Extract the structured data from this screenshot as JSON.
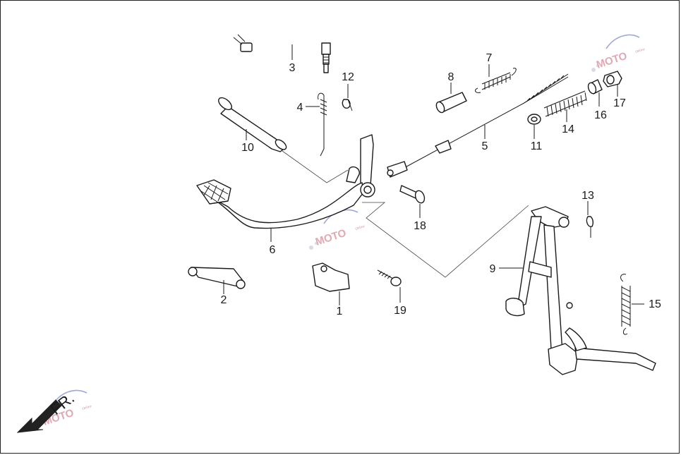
{
  "diagram": {
    "callouts": [
      {
        "id": "1",
        "label": "1"
      },
      {
        "id": "2",
        "label": "2"
      },
      {
        "id": "3",
        "label": "3"
      },
      {
        "id": "4",
        "label": "4"
      },
      {
        "id": "5",
        "label": "5"
      },
      {
        "id": "6",
        "label": "6"
      },
      {
        "id": "7",
        "label": "7"
      },
      {
        "id": "8",
        "label": "8"
      },
      {
        "id": "9",
        "label": "9"
      },
      {
        "id": "10",
        "label": "10"
      },
      {
        "id": "11",
        "label": "11"
      },
      {
        "id": "12",
        "label": "12"
      },
      {
        "id": "13",
        "label": "13"
      },
      {
        "id": "14",
        "label": "14"
      },
      {
        "id": "15",
        "label": "15"
      },
      {
        "id": "16",
        "label": "16"
      },
      {
        "id": "17",
        "label": "17"
      },
      {
        "id": "18",
        "label": "18"
      },
      {
        "id": "19",
        "label": "19"
      }
    ],
    "direction_label": "FR.",
    "watermark": {
      "text": "MOTO",
      "subtext": "Online"
    },
    "colors": {
      "line": "#1a1a1a",
      "watermark_pink": "#e3a9b3",
      "watermark_blue": "#9fa9d8"
    }
  }
}
